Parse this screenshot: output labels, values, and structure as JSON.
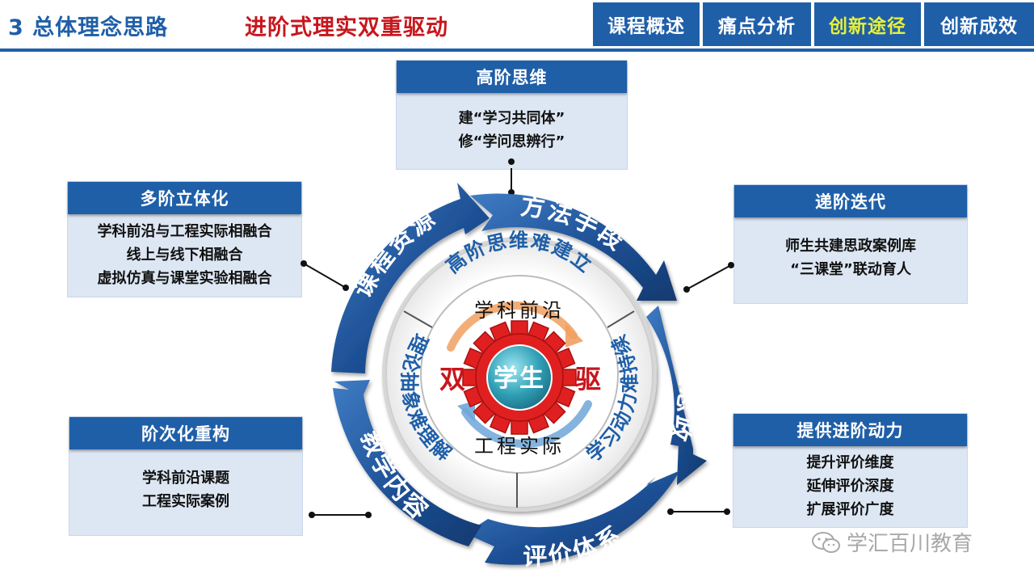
{
  "header": {
    "title": "3 总体理念思路",
    "subtitle": "进阶式理实双重驱动",
    "tabs": [
      {
        "label": "课程概述",
        "active": false
      },
      {
        "label": "痛点分析",
        "active": false
      },
      {
        "label": "创新途径",
        "active": true
      },
      {
        "label": "创新成效",
        "active": false
      }
    ]
  },
  "boxes": {
    "top": {
      "title": "高阶思维",
      "lines": [
        "建“学习共同体”",
        "修“学问思辨行”"
      ]
    },
    "left_top": {
      "title": "多阶立体化",
      "lines": [
        "学科前沿与工程实际相融合",
        "线上与线下相融合",
        "虚拟仿真与课堂实验相融合"
      ]
    },
    "right_top": {
      "title": "递阶迭代",
      "lines": [
        "师生共建思政案例库",
        "“三课堂”联动育人"
      ]
    },
    "left_bottom": {
      "title": "阶次化重构",
      "lines": [
        "学科前沿课题",
        "工程实际案例"
      ]
    },
    "right_bottom": {
      "title": "提供进阶动力",
      "lines": [
        "提升评价维度",
        "延伸评价深度",
        "扩展评价广度"
      ]
    }
  },
  "cycle": {
    "outer_arrows": [
      "方法手段",
      "课程思政",
      "评价体系",
      "教学内容",
      "课程资源"
    ],
    "inner_ring": [
      "高阶思维难建立",
      "学习动力难持续",
      "理论抽象难理解"
    ],
    "center_top": "学科前沿",
    "center_bottom": "工程实际",
    "center_left": "双",
    "center_right": "驱",
    "center": "学生"
  },
  "watermark": "学汇百川教育",
  "colors": {
    "primary": "#1f5fa8",
    "dark_blue": "#17407a",
    "red": "#c8161d",
    "gear_red": "#e02020",
    "box_bg": "#dde7f3",
    "active_tab": "#e6f03c",
    "arrow_orange": "#f0a060",
    "arrow_blue": "#6fa6d8"
  }
}
